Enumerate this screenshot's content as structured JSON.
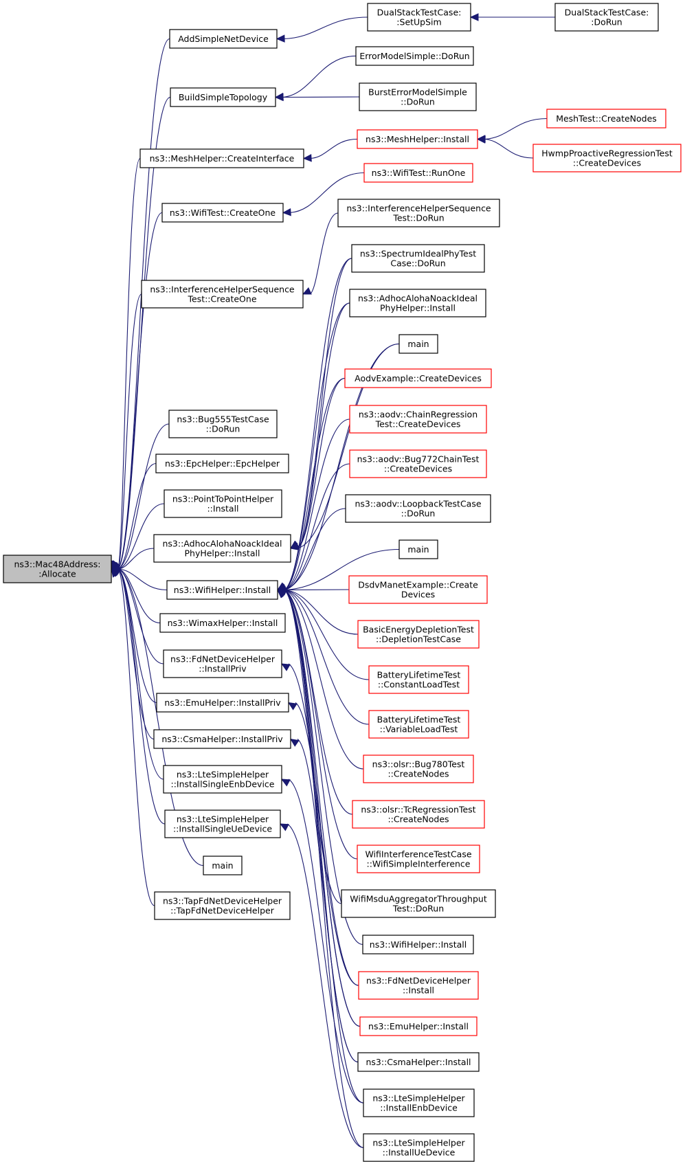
{
  "colors": {
    "edge": "#191970",
    "root_fill": "#bfbfbf",
    "red_border": "#ff0000",
    "black_border": "#000000"
  },
  "nodes": [
    {
      "id": "root",
      "lines": [
        "ns3::Mac48Address:",
        ":Allocate"
      ],
      "style": "root"
    },
    {
      "id": "addsimple",
      "lines": [
        "AddSimpleNetDevice"
      ],
      "style": "black"
    },
    {
      "id": "buildsimple",
      "lines": [
        "BuildSimpleTopology"
      ],
      "style": "black"
    },
    {
      "id": "meshcreateif",
      "lines": [
        "ns3::MeshHelper::CreateInterface"
      ],
      "style": "black"
    },
    {
      "id": "wifitestcreate",
      "lines": [
        "ns3::WifiTest::CreateOne"
      ],
      "style": "black"
    },
    {
      "id": "ihstcreate",
      "lines": [
        "ns3::InterferenceHelperSequence",
        "Test::CreateOne"
      ],
      "style": "black"
    },
    {
      "id": "bug555",
      "lines": [
        "ns3::Bug555TestCase",
        "::DoRun"
      ],
      "style": "black"
    },
    {
      "id": "epchelper",
      "lines": [
        "ns3::EpcHelper::EpcHelper"
      ],
      "style": "black"
    },
    {
      "id": "p2pinstall",
      "lines": [
        "ns3::PointToPointHelper",
        "::Install"
      ],
      "style": "black"
    },
    {
      "id": "adhocinstall",
      "lines": [
        "ns3::AdhocAlohaNoackIdeal",
        "PhyHelper::Install"
      ],
      "style": "black"
    },
    {
      "id": "wifihelper",
      "lines": [
        "ns3::WifiHelper::Install"
      ],
      "style": "black"
    },
    {
      "id": "wimax",
      "lines": [
        "ns3::WimaxHelper::Install"
      ],
      "style": "black"
    },
    {
      "id": "fdpriv",
      "lines": [
        "ns3::FdNetDeviceHelper",
        "::InstallPriv"
      ],
      "style": "black"
    },
    {
      "id": "emupriv",
      "lines": [
        "ns3::EmuHelper::InstallPriv"
      ],
      "style": "black"
    },
    {
      "id": "csmapriv",
      "lines": [
        "ns3::CsmaHelper::InstallPriv"
      ],
      "style": "black"
    },
    {
      "id": "lteenbsingle",
      "lines": [
        "ns3::LteSimpleHelper",
        "::InstallSingleEnbDevice"
      ],
      "style": "black"
    },
    {
      "id": "lteuesingle",
      "lines": [
        "ns3::LteSimpleHelper",
        "::InstallSingleUeDevice"
      ],
      "style": "black"
    },
    {
      "id": "main1",
      "lines": [
        "main"
      ],
      "style": "black"
    },
    {
      "id": "tapfd",
      "lines": [
        "ns3::TapFdNetDeviceHelper",
        "::TapFdNetDeviceHelper"
      ],
      "style": "black"
    },
    {
      "id": "dssetup",
      "lines": [
        "DualStackTestCase:",
        ":SetUpSim"
      ],
      "style": "black"
    },
    {
      "id": "dsdorun",
      "lines": [
        "DualStackTestCase:",
        ":DoRun"
      ],
      "style": "black"
    },
    {
      "id": "errmodel",
      "lines": [
        "ErrorModelSimple::DoRun"
      ],
      "style": "black"
    },
    {
      "id": "bursterr",
      "lines": [
        "BurstErrorModelSimple",
        "::DoRun"
      ],
      "style": "black"
    },
    {
      "id": "meshinstall",
      "lines": [
        "ns3::MeshHelper::Install"
      ],
      "style": "red"
    },
    {
      "id": "meshtest",
      "lines": [
        "MeshTest::CreateNodes"
      ],
      "style": "red"
    },
    {
      "id": "hwmp",
      "lines": [
        "HwmpProactiveRegressionTest",
        "::CreateDevices"
      ],
      "style": "red"
    },
    {
      "id": "wifirunone",
      "lines": [
        "ns3::WifiTest::RunOne"
      ],
      "style": "red"
    },
    {
      "id": "ihstdorun",
      "lines": [
        "ns3::InterferenceHelperSequence",
        "Test::DoRun"
      ],
      "style": "black"
    },
    {
      "id": "spectrum",
      "lines": [
        "ns3::SpectrumIdealPhyTest",
        "Case::DoRun"
      ],
      "style": "black"
    },
    {
      "id": "adhoc2",
      "lines": [
        "ns3::AdhocAlohaNoackIdeal",
        "PhyHelper::Install"
      ],
      "style": "black"
    },
    {
      "id": "main2",
      "lines": [
        "main"
      ],
      "style": "black"
    },
    {
      "id": "aodvex",
      "lines": [
        "AodvExample::CreateDevices"
      ],
      "style": "red"
    },
    {
      "id": "aodvchain",
      "lines": [
        "ns3::aodv::ChainRegression",
        "Test::CreateDevices"
      ],
      "style": "red"
    },
    {
      "id": "aodvbug772",
      "lines": [
        "ns3::aodv::Bug772ChainTest",
        "::CreateDevices"
      ],
      "style": "red"
    },
    {
      "id": "aodvloop",
      "lines": [
        "ns3::aodv::LoopbackTestCase",
        "::DoRun"
      ],
      "style": "black"
    },
    {
      "id": "main3",
      "lines": [
        "main"
      ],
      "style": "black"
    },
    {
      "id": "dsdv",
      "lines": [
        "DsdvManetExample::Create",
        "Devices"
      ],
      "style": "red"
    },
    {
      "id": "basicenergy",
      "lines": [
        "BasicEnergyDepletionTest",
        "::DepletionTestCase"
      ],
      "style": "red"
    },
    {
      "id": "battconst",
      "lines": [
        "BatteryLifetimeTest",
        "::ConstantLoadTest"
      ],
      "style": "red"
    },
    {
      "id": "battvar",
      "lines": [
        "BatteryLifetimeTest",
        "::VariableLoadTest"
      ],
      "style": "red"
    },
    {
      "id": "olsrbug",
      "lines": [
        "ns3::olsr::Bug780Test",
        "::CreateNodes"
      ],
      "style": "red"
    },
    {
      "id": "olsrtc",
      "lines": [
        "ns3::olsr::TcRegressionTest",
        "::CreateNodes"
      ],
      "style": "red"
    },
    {
      "id": "wifiinterf",
      "lines": [
        "WifiInterferenceTestCase",
        "::WifiSimpleInterference"
      ],
      "style": "red"
    },
    {
      "id": "wifimsdu",
      "lines": [
        "WifiMsduAggregatorThroughput",
        "Test::DoRun"
      ],
      "style": "black"
    },
    {
      "id": "wifihelper2",
      "lines": [
        "ns3::WifiHelper::Install"
      ],
      "style": "black"
    },
    {
      "id": "fdinstall",
      "lines": [
        "ns3::FdNetDeviceHelper",
        "::Install"
      ],
      "style": "red"
    },
    {
      "id": "emuinstall",
      "lines": [
        "ns3::EmuHelper::Install"
      ],
      "style": "red"
    },
    {
      "id": "csmainstall",
      "lines": [
        "ns3::CsmaHelper::Install"
      ],
      "style": "black"
    },
    {
      "id": "lteenb",
      "lines": [
        "ns3::LteSimpleHelper",
        "::InstallEnbDevice"
      ],
      "style": "black"
    },
    {
      "id": "lteue",
      "lines": [
        "ns3::LteSimpleHelper",
        "::InstallUeDevice"
      ],
      "style": "black"
    }
  ],
  "edges": [
    [
      "root",
      "addsimple"
    ],
    [
      "root",
      "buildsimple"
    ],
    [
      "root",
      "meshcreateif"
    ],
    [
      "root",
      "wifitestcreate"
    ],
    [
      "root",
      "ihstcreate"
    ],
    [
      "root",
      "bug555"
    ],
    [
      "root",
      "epchelper"
    ],
    [
      "root",
      "p2pinstall"
    ],
    [
      "root",
      "adhocinstall"
    ],
    [
      "root",
      "wifihelper"
    ],
    [
      "root",
      "wimax"
    ],
    [
      "root",
      "fdpriv"
    ],
    [
      "root",
      "emupriv"
    ],
    [
      "root",
      "csmapriv"
    ],
    [
      "root",
      "lteenbsingle"
    ],
    [
      "root",
      "lteuesingle"
    ],
    [
      "root",
      "main1"
    ],
    [
      "root",
      "tapfd"
    ],
    [
      "addsimple",
      "dssetup"
    ],
    [
      "dssetup",
      "dsdorun"
    ],
    [
      "buildsimple",
      "errmodel"
    ],
    [
      "buildsimple",
      "bursterr"
    ],
    [
      "meshcreateif",
      "meshinstall"
    ],
    [
      "meshinstall",
      "meshtest"
    ],
    [
      "meshinstall",
      "hwmp"
    ],
    [
      "wifitestcreate",
      "wifirunone"
    ],
    [
      "ihstcreate",
      "ihstdorun"
    ],
    [
      "adhocinstall",
      "spectrum"
    ],
    [
      "adhocinstall",
      "adhoc2"
    ],
    [
      "adhocinstall",
      "main2"
    ],
    [
      "adhocinstall",
      "aodvex"
    ],
    [
      "wifihelper",
      "spectrum"
    ],
    [
      "wifihelper",
      "adhoc2"
    ],
    [
      "wifihelper",
      "main2"
    ],
    [
      "wifihelper",
      "aodvex"
    ],
    [
      "wifihelper",
      "aodvchain"
    ],
    [
      "wifihelper",
      "aodvbug772"
    ],
    [
      "wifihelper",
      "aodvloop"
    ],
    [
      "wifihelper",
      "main3"
    ],
    [
      "wifihelper",
      "dsdv"
    ],
    [
      "wifihelper",
      "basicenergy"
    ],
    [
      "wifihelper",
      "battconst"
    ],
    [
      "wifihelper",
      "battvar"
    ],
    [
      "wifihelper",
      "olsrbug"
    ],
    [
      "wifihelper",
      "olsrtc"
    ],
    [
      "wifihelper",
      "wifiinterf"
    ],
    [
      "wifihelper",
      "wifimsdu"
    ],
    [
      "wifihelper",
      "wifihelper2"
    ],
    [
      "wifihelper",
      "fdinstall"
    ],
    [
      "wifihelper",
      "emuinstall"
    ],
    [
      "wifihelper",
      "csmainstall"
    ],
    [
      "wifihelper",
      "lteenb"
    ],
    [
      "wifihelper",
      "lteue"
    ],
    [
      "fdpriv",
      "fdinstall"
    ],
    [
      "emupriv",
      "emuinstall"
    ],
    [
      "csmapriv",
      "csmainstall"
    ],
    [
      "lteenbsingle",
      "lteenb"
    ],
    [
      "lteuesingle",
      "lteue"
    ]
  ]
}
